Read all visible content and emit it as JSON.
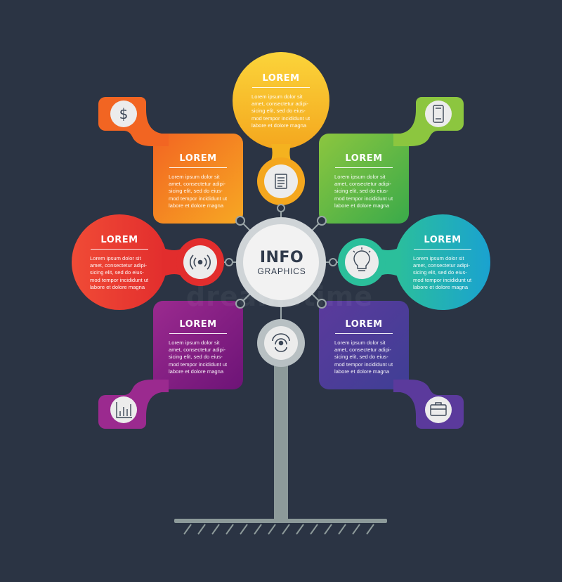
{
  "center": {
    "title": "INFO",
    "subtitle": "GRAPHICS"
  },
  "watermark": "dreamstime",
  "boxes": [
    {
      "id": "top",
      "title": "LOREM",
      "body": "Lorem ipsum dolor sit amet, consectetur adipi- sicing elit, sed do eius- mod tempor incididunt ut labore et dolore magna",
      "color": "#f6c32b",
      "icon": "document-icon"
    },
    {
      "id": "upper-left",
      "title": "LOREM",
      "body": "Lorem ipsum dolor sit amet, consectetur adipi- sicing elit, sed do eius- mod tempor incididunt ut labore et dolore magna",
      "color": "#f5861f",
      "icon": "dollar-icon"
    },
    {
      "id": "upper-right",
      "title": "LOREM",
      "body": "Lorem ipsum dolor sit amet, consectetur adipi- sicing elit, sed do eius- mod tempor incididunt ut labore et dolore magna",
      "color": "#5cb83a",
      "icon": "smartphone-icon"
    },
    {
      "id": "middle-left",
      "title": "LOREM",
      "body": "Lorem ipsum dolor sit amet, consectetur adipi- sicing elit, sed do eius- mod tempor incididunt ut labore et dolore magna",
      "color": "#e8412b",
      "icon": "wireless-signal-icon"
    },
    {
      "id": "middle-right",
      "title": "LOREM",
      "body": "Lorem ipsum dolor sit amet, consectetur adipi- sicing elit, sed do eius- mod tempor incididunt ut labore et dolore magna",
      "color": "#22b0b8",
      "icon": "lightbulb-icon"
    },
    {
      "id": "lower-left",
      "title": "LOREM",
      "body": "Lorem ipsum dolor sit amet, consectetur adipi- sicing elit, sed do eius- mod tempor incididunt ut labore et dolore magna",
      "color": "#8a1f88",
      "icon": "bar-chart-icon"
    },
    {
      "id": "lower-right",
      "title": "LOREM",
      "body": "Lorem ipsum dolor sit amet, consectetur adipi- sicing elit, sed do eius- mod tempor incididunt ut labore et dolore magna",
      "color": "#4b3a96",
      "icon": "briefcase-icon"
    }
  ],
  "colors": {
    "background": "#2b3444",
    "trunk": "#8d9a9a",
    "node": "#d9dde0",
    "connector": "#9aa5a8"
  }
}
